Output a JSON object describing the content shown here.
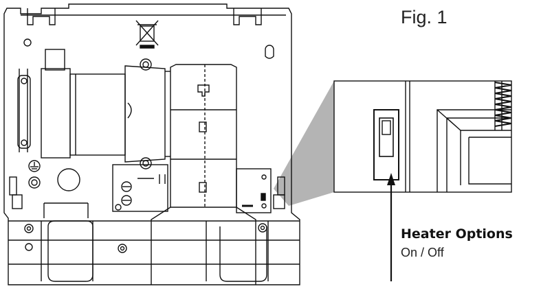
{
  "figure": {
    "label": "Fig. 1"
  },
  "callout": {
    "title": "Heater Options",
    "subtitle": "On / Off"
  },
  "colors": {
    "line": "#111111",
    "zoom_wedge": "#b4b4b4"
  },
  "icons": [
    "wheelie-bin-crossed-icon",
    "ground-symbol-icon"
  ]
}
